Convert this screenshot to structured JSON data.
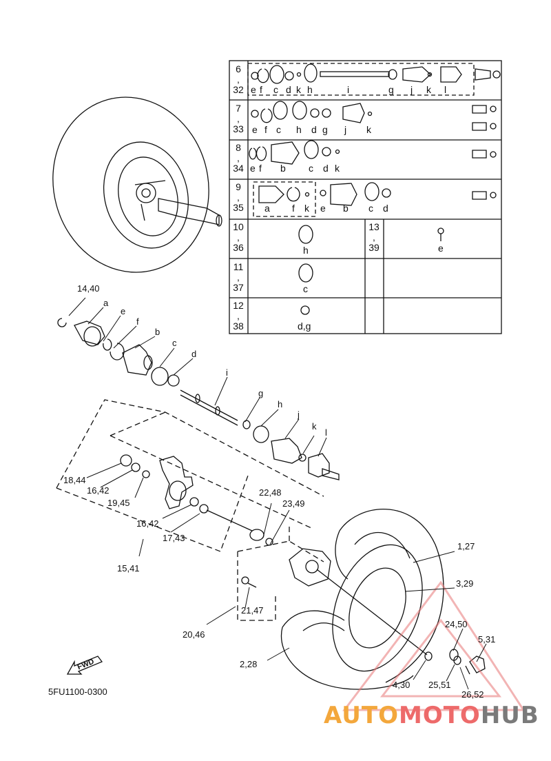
{
  "diagram_code": "5FU1100-0300",
  "fwd_label": "FWD",
  "watermark": {
    "part1": "AUTO",
    "part2": "MOTO",
    "part3": "HUB"
  },
  "table_rows": [
    {
      "num_a": "6",
      "num_b": "32",
      "letters": [
        "e",
        "f",
        "c",
        "d",
        "k",
        "h",
        "i",
        "g",
        "j",
        "k",
        "l"
      ]
    },
    {
      "num_a": "7",
      "num_b": "33",
      "letters": [
        "e",
        "f",
        "c",
        "h",
        "d",
        "g",
        "j",
        "k"
      ]
    },
    {
      "num_a": "8",
      "num_b": "34",
      "letters": [
        "e",
        "f",
        "b",
        "c",
        "d",
        "k"
      ]
    },
    {
      "num_a": "9",
      "num_b": "35",
      "letters": [
        "a",
        "f",
        "k",
        "e",
        "b",
        "c",
        "d"
      ]
    },
    {
      "num_a": "10",
      "num_b": "36",
      "letters": [
        "h"
      ],
      "num2_a": "13",
      "num2_b": "39",
      "letters2": [
        "e"
      ]
    },
    {
      "num_a": "11",
      "num_b": "37",
      "letters": [
        "c"
      ]
    },
    {
      "num_a": "12",
      "num_b": "38",
      "letters": [
        "d,g"
      ]
    }
  ],
  "row_separator": ",",
  "callouts": [
    "14,40",
    "a",
    "e",
    "f",
    "b",
    "c",
    "d",
    "i",
    "g",
    "h",
    "j",
    "k",
    "l",
    "18,44",
    "16,42",
    "19,45",
    "16,42",
    "17,43",
    "15,41",
    "22,48",
    "23,49",
    "1,27",
    "3,29",
    "21,47",
    "20,46",
    "24,50",
    "5,31",
    "2,28",
    "4,30",
    "25,51",
    "26,52"
  ]
}
